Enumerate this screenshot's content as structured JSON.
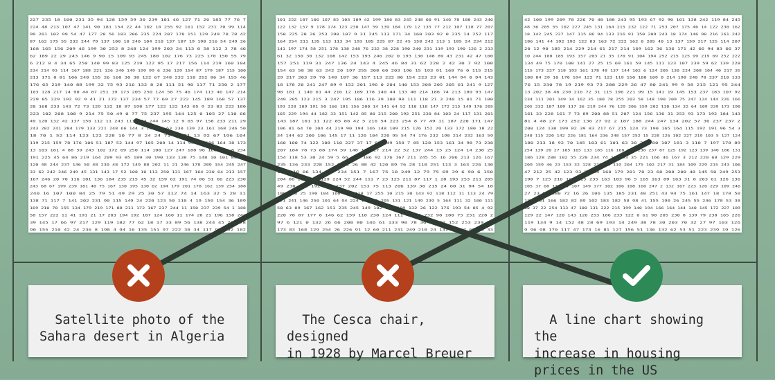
{
  "captions": [
    "Satellite photo of the\nSahara desert in Algeria",
    "The Cesca chair, designed\nin 1928 by Marcel Breuer",
    "A line chart showing the\nincrease in housing\nprices in the US"
  ],
  "badges": [
    {
      "type": "wrong",
      "icon": "x-icon"
    },
    {
      "type": "wrong",
      "icon": "x-icon"
    },
    {
      "type": "right",
      "icon": "check-icon"
    }
  ],
  "colors": {
    "background": "#8db39a",
    "wrong": "#b5401c",
    "right": "#2d8a56",
    "connector": "#2e3a32"
  }
}
